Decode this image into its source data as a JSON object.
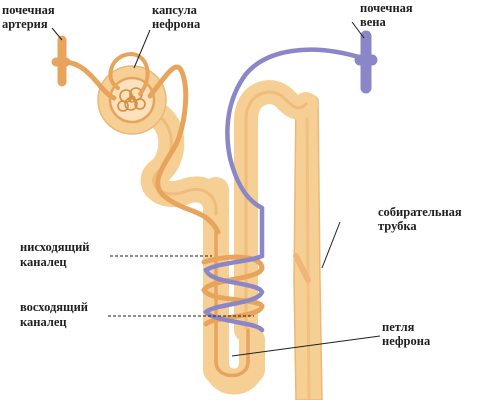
{
  "colors": {
    "tubule_pale": "#f6cf95",
    "tubule_core": "#eeb777",
    "artery": "#e9a45c",
    "artery_dark": "#d88c3f",
    "vein": "#8a86c8",
    "vein_dark": "#6e69b0",
    "label_text": "#1f1f1f"
  },
  "labels": {
    "renal_artery": [
      "почечная",
      "артерия"
    ],
    "nephron_capsule": [
      "капсула",
      "нефрона"
    ],
    "renal_vein": [
      "почечная",
      "вена"
    ],
    "collecting_duct": [
      "собирательная",
      "трубка"
    ],
    "descending_tubule": [
      "нисходящий",
      "каналец"
    ],
    "ascending_tubule": [
      "восходящий",
      "каналец"
    ],
    "nephron_loop": [
      "петля",
      "нефрона"
    ]
  }
}
